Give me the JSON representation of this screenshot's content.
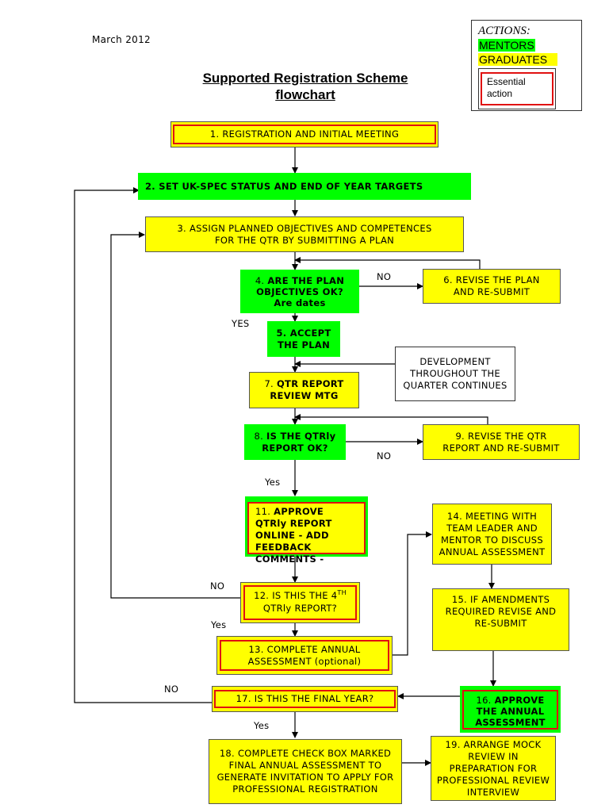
{
  "header": {
    "date": "March 2012",
    "title_line1": "Supported Registration Scheme",
    "title_line2": "flowchart"
  },
  "legend": {
    "heading": "ACTIONS:",
    "mentors": "MENTORS",
    "graduates": "GRADUATES",
    "essential": "Essential action",
    "colors": {
      "mentors": "#00ff00",
      "graduates": "#ffff00",
      "essential": "#e01010"
    }
  },
  "steps": {
    "s1": "1. REGISTRATION AND INITIAL MEETING",
    "s2": "2. SET UK-SPEC STATUS AND END OF YEAR TARGETS",
    "s3a": "3. ASSIGN PLANNED OBJECTIVES AND COMPETENCES",
    "s3b": "FOR THE QTR BY SUBMITTING A PLAN",
    "s4a": "4. ",
    "s4b": "ARE THE PLAN",
    "s4c": "OBJECTIVES OK?",
    "s4d": "Are dates",
    "s5a": "5. ACCEPT",
    "s5b": "THE PLAN",
    "s6a": "6. REVISE THE PLAN",
    "s6b": "AND RE-SUBMIT",
    "dev": "DEVELOPMENT THROUGHOUT THE QUARTER CONTINUES",
    "s7a": "7. ",
    "s7b": "QTR REPORT",
    "s7c": "REVIEW MTG",
    "s8a": "8. ",
    "s8b": "IS THE QTRly",
    "s8c": "REPORT OK?",
    "s9a": "9. REVISE THE QTR",
    "s9b": "REPORT AND RE-SUBMIT",
    "s11a": "11. ",
    "s11b": "APPROVE QTRly REPORT ONLINE - ADD FEEDBACK COMMENTS -",
    "s12a": "12. IS THIS THE 4",
    "s12sup": "TH",
    "s12b": "QTRly REPORT?",
    "s13": "13. COMPLETE ANNUAL ASSESSMENT (optional)",
    "s14": "14. MEETING WITH TEAM LEADER AND MENTOR TO DISCUSS ANNUAL ASSESSMENT",
    "s15": "15. IF AMENDMENTS REQUIRED REVISE AND RE-SUBMIT",
    "s16a": "16. ",
    "s16b": "APPROVE THE ANNUAL ASSESSMENT",
    "s17": "17. IS THIS THE FINAL YEAR?",
    "s18": "18. COMPLETE CHECK BOX MARKED FINAL ANNUAL ASSESSMENT TO GENERATE INVITATION TO APPLY FOR PROFESSIONAL REGISTRATION",
    "s19": "19. ARRANGE MOCK REVIEW IN PREPARATION FOR PROFESSIONAL REVIEW INTERVIEW"
  },
  "edge_labels": {
    "no_4": "NO",
    "yes_4": "YES",
    "no_8": "NO",
    "yes_8": "Yes",
    "no_12": "NO",
    "yes_12": "Yes",
    "no_17": "NO",
    "yes_17": "Yes"
  }
}
